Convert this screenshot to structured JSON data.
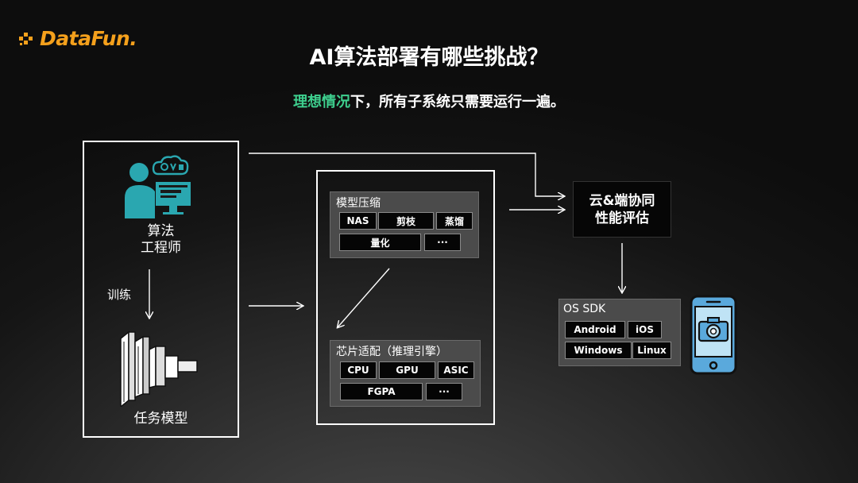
{
  "logo": {
    "text": "DataFun."
  },
  "title": "AI算法部署有哪些挑战？",
  "subtitle": {
    "highlight": "理想情况",
    "rest": "下，所有子系统只需要运行一遍。"
  },
  "left": {
    "engineer_line1": "算法",
    "engineer_line2": "工程师",
    "train_label": "训练",
    "model_label": "任务模型"
  },
  "compression": {
    "title": "模型压缩",
    "row1": [
      "NAS",
      "剪枝",
      "蒸馏"
    ],
    "row2": [
      "量化",
      "···"
    ]
  },
  "chip": {
    "title": "芯片适配（推理引擎）",
    "row1": [
      "CPU",
      "GPU",
      "ASIC"
    ],
    "row2": [
      "FGPA",
      "···"
    ]
  },
  "cloud": {
    "line1": "云&端协同",
    "line2": "性能评估"
  },
  "os": {
    "title": "OS SDK",
    "row1": [
      "Android",
      "iOS"
    ],
    "row2": [
      "Windows",
      "Linux"
    ]
  },
  "colors": {
    "accent_green": "#3ecf8e",
    "logo_orange": "#f4a01c",
    "icon_teal": "#2aa7b0",
    "phone_blue": "#5aa9dc"
  },
  "icons": [
    "engineer-icon",
    "model-block-icon",
    "phone-camera-icon",
    "logo-icon"
  ]
}
